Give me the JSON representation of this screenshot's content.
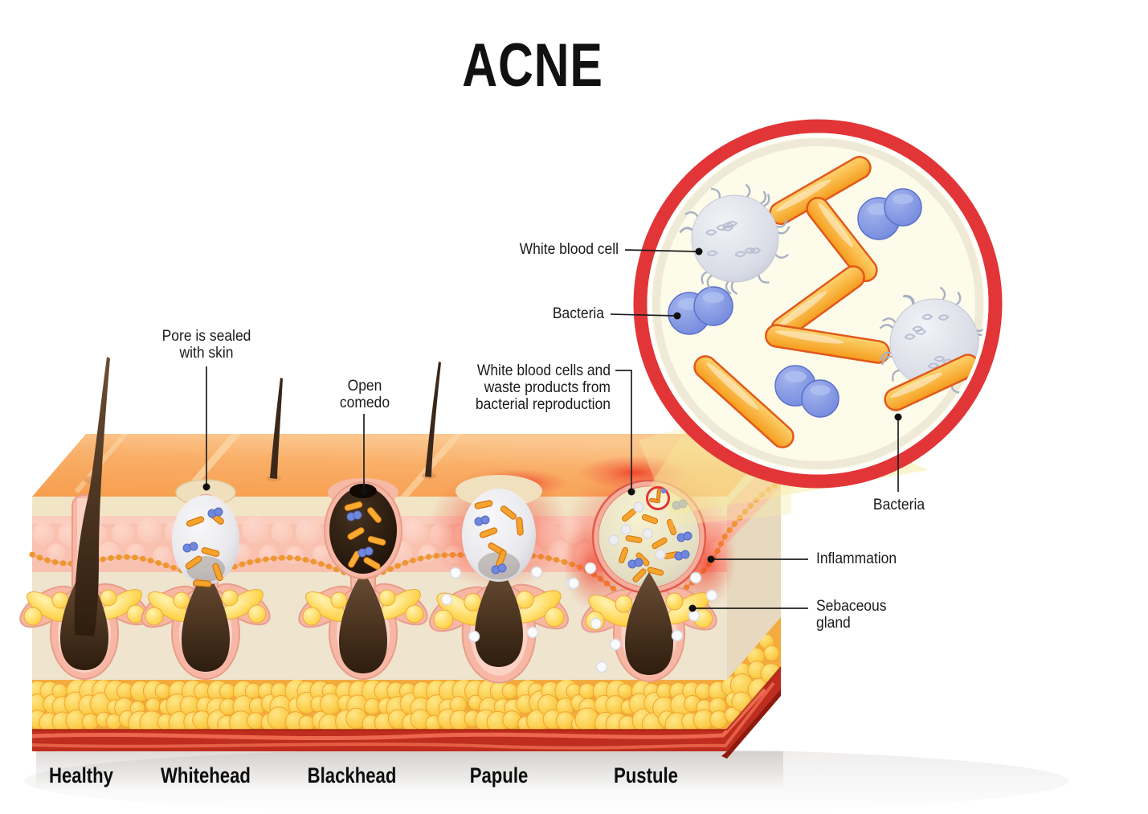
{
  "title": "ACNE",
  "annotations": {
    "pore_sealed": "Pore is sealed\nwith skin",
    "open_comedo": "Open\ncomedo",
    "wbc_waste": "White blood cells and\nwaste products from\nbacterial reproduction",
    "white_blood_cell": "White blood cell",
    "bacteria_left": "Bacteria",
    "bacteria_bottom": "Bacteria",
    "inflammation": "Inflammation",
    "sebaceous_gland": "Sebaceous\ngland"
  },
  "stages": [
    {
      "label": "Healthy"
    },
    {
      "label": "Whitehead"
    },
    {
      "label": "Blackhead"
    },
    {
      "label": "Papule"
    },
    {
      "label": "Pustule"
    }
  ],
  "colors": {
    "ring_red": "#e23537",
    "inflammation_red": "#ef3b2d",
    "epidermis_orange": "#f8a75d",
    "dermis_pink": "#f9c1b0",
    "dermis_beige": "#efe4ce",
    "fat_yellow": "#fbcc45",
    "muscle_red": "#be2d1d",
    "bacteria_orange": "#f9a826",
    "bacteria_blue": "#6e86dc",
    "white_blood_cell_gray": "#d7dbe6",
    "sebum_yellow": "#ffd84d",
    "hair_brown": "#3a281a"
  }
}
